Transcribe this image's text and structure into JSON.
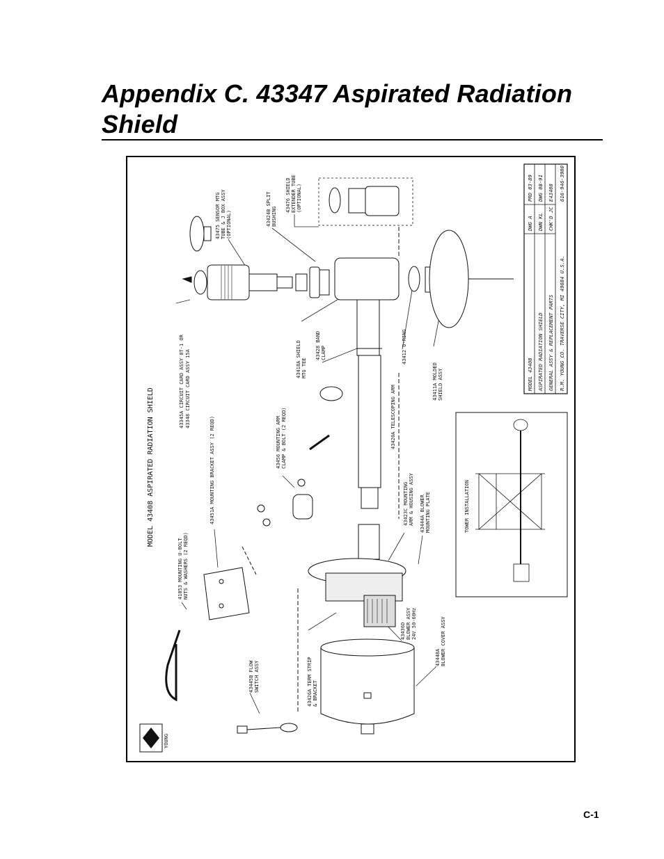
{
  "page": {
    "title": "Appendix C.  43347 Aspirated Radiation Shield",
    "page_number": "C-1"
  },
  "drawing": {
    "model_heading": "MODEL 43408 ASPIRATED RADIATION SHIELD",
    "logo_text": "YOUNG",
    "callouts": [
      "43345A CIRCUIT CARD ASSY 8T-1 OR",
      "43348 CIRCUIT CARD ASSY 15A",
      "43475 SENSOR MTG",
      "TUBE & J BOX ASSY",
      "(OPTIONAL)",
      "43424B SPLIT",
      "BUSHING",
      "43476 SHIELD",
      "EXTENDER TUBE",
      "(OPTIONAL)",
      "43418A SHIELD",
      "MTG TEE",
      "43428 BAND",
      "CLAMP",
      "43412 O-RING",
      "43411A MOLDED",
      "SHIELD ASSY",
      "43420A TELESCOPING ARM",
      "43456 MOUNTING ARM",
      "CLAMP & BOLT (2 REQD)",
      "43451A MOUNTING BRACKET ASSY (2 REQD)",
      "41053 MOUNTING U-BOLT",
      "NUTS & WASHERS (2 REQD)",
      "43423C MOUNTING",
      "ARM & HOUSING ASSY",
      "43444A BLOWER",
      "MOUNTING PLATE",
      "43436D",
      "BLOWER ASSY",
      "24V 50-60Hz",
      "43448A",
      "BLOWER COVER ASSY",
      "43426A TERM STRIP",
      "& BRACKET",
      "43445B FLOW",
      "SWITCH ASSY"
    ],
    "inset_label": "TOWER INSTALLATION",
    "title_block": {
      "row1": [
        "MODEL 43408",
        "DWG A",
        "PRD 03-89"
      ],
      "row2": [
        "ASPIRATED RADIATION SHIELD",
        "DWN KL",
        "DWG 08-91"
      ],
      "row3": [
        "GENERAL ASSY & REPLACEMENT PARTS",
        "CHK'D JC",
        "E43408"
      ],
      "row4": [
        "R.M. YOUNG CO. TRAVERSE CITY, MI 49684 U.S.A.",
        "616-946-3980"
      ]
    }
  }
}
